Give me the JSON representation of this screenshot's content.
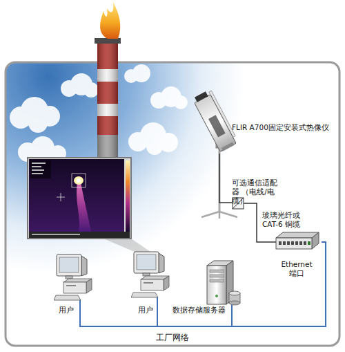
{
  "diagram": {
    "nodes": [
      {
        "text": [
          "FLIR A700固定安装式热像仪"
        ]
      },
      {
        "text": [
          "可选通信适配器 （电线/电缆）"
        ]
      },
      {
        "text": [
          "Ethernet 端口"
        ]
      },
      {
        "text": [
          "用户"
        ]
      },
      {
        "text": [
          "用户"
        ]
      },
      {
        "text": [
          "数据存储服务器"
        ]
      }
    ],
    "edges": [
      {
        "from": 0,
        "to": 1,
        "arrow": "none"
      },
      {
        "from": 1,
        "to": 2,
        "arrow": "none",
        "label": "玻璃光纤或 CAT-6 铜缆"
      },
      {
        "from": 2,
        "to": 5,
        "arrow": "none"
      },
      {
        "from": 2,
        "to": 4,
        "arrow": "none"
      },
      {
        "from": 2,
        "to": 3,
        "arrow": "none"
      }
    ],
    "labels": [
      "工厂网络"
    ]
  }
}
